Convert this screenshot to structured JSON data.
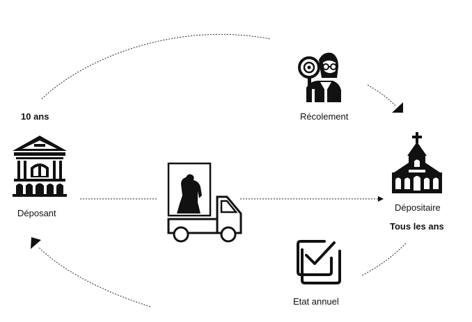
{
  "labels": {
    "ten_years": "10 ans",
    "deposant": "Déposant",
    "recolement": "Récolement",
    "depositaire": "Dépositaire",
    "tous_les_ans": "Tous les ans",
    "etat_annuel": "Etat annuel"
  },
  "icons": {
    "deposant": "museum-building-icon",
    "recolement": "inspector-with-magnifier-icon",
    "transport": "truck-with-statue-icon",
    "depositaire": "church-icon",
    "etat_annuel": "checklist-icon"
  },
  "colors": {
    "ink": "#111111",
    "background": "#ffffff"
  }
}
